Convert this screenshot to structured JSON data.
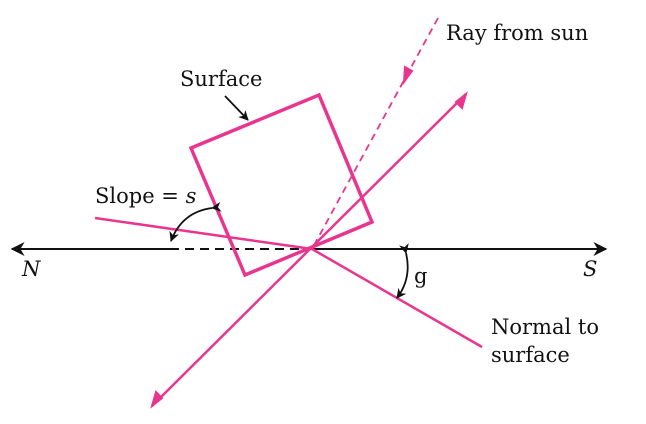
{
  "labels": {
    "ray_from_sun": "Ray from sun",
    "surface": "Surface",
    "slope_prefix": "Slope = ",
    "slope_var": "s",
    "north": "N",
    "south": "S",
    "gamma": "g",
    "normal_line1": "Normal to",
    "normal_line2": "surface"
  },
  "colors": {
    "magenta": "#e8368f",
    "black": "#111111"
  }
}
